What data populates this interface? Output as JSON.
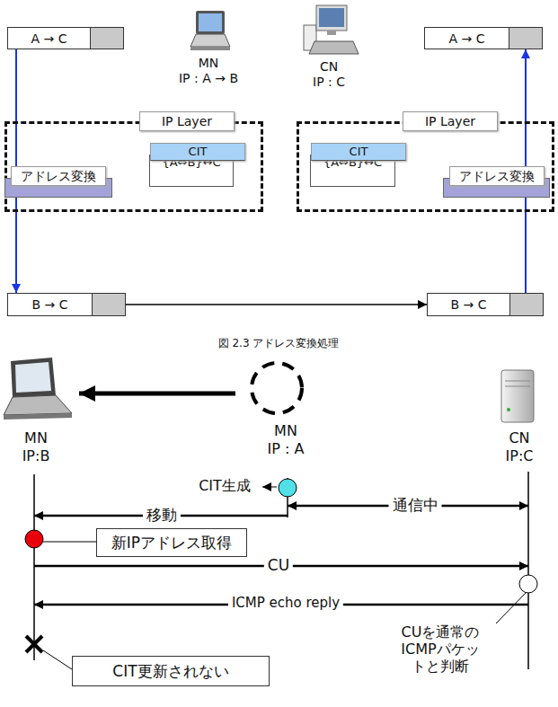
{
  "diagram": {
    "caption": "図 2.3 アドレス変換処理",
    "nodes": [
      {
        "text": [
          "A → C"
        ]
      },
      {
        "text": [
          "A → C"
        ]
      },
      {
        "text": [
          "IP Layer"
        ]
      },
      {
        "text": [
          "CIT",
          "{A⇔B}↔C"
        ],
        "in": 2
      },
      {
        "text": [
          "アドレス変換"
        ],
        "in": 2
      },
      {
        "text": [
          "IP Layer"
        ]
      },
      {
        "text": [
          "CIT",
          "{A⇔B}↔C"
        ],
        "in": 5
      },
      {
        "text": [
          "アドレス変換"
        ],
        "in": 5
      },
      {
        "text": [
          "B → C"
        ]
      },
      {
        "text": [
          "B → C"
        ]
      },
      {
        "text": [
          "新IPアドレス取得"
        ]
      },
      {
        "text": [
          "CIT更新されない"
        ]
      }
    ],
    "edges": [
      {
        "from": 0,
        "to": 8,
        "arrow": "to"
      },
      {
        "from": 8,
        "to": 9,
        "arrow": "to"
      },
      {
        "from": 9,
        "to": 1,
        "arrow": "to"
      }
    ],
    "labels": [
      "MN",
      "IP : A → B",
      "CN",
      "IP : C",
      "MN",
      "IP:B",
      "MN",
      "IP : A",
      "CN",
      "IP:C",
      "CIT生成",
      "移動",
      "通信中",
      "CU",
      "ICMP echo reply",
      "CUを通常の ICMPパケッ トと判断"
    ]
  }
}
